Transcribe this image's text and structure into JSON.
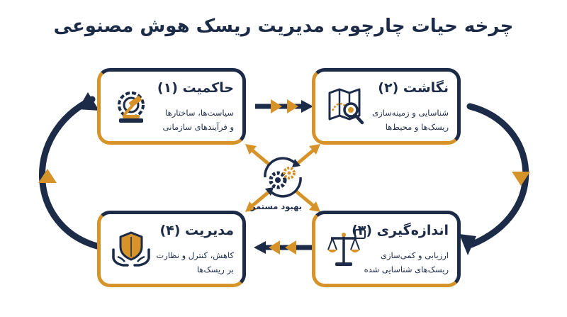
{
  "title": "چرخه حیات چارچوب مدیریت ریسک هوش مصنوعی",
  "cards": [
    {
      "title": "حاکمیت (۱)",
      "desc": [
        "سیاست‌ها، ساختارها",
        "و فرآیندهای سازمانی"
      ],
      "icon": "gear-gavel-icon"
    },
    {
      "title": "نگاشت (۲)",
      "desc": [
        "شناسایی و زمینه‌سازی",
        "ریسک‌ها و محیط‌ها"
      ],
      "icon": "map-magnifier-icon"
    },
    {
      "title": "اندازه‌گیری (۳)",
      "desc": [
        "ارزیابی و کمی‌سازی",
        "ریسک‌های شناسایی شده"
      ],
      "icon": "scale-icon"
    },
    {
      "title": "مدیریت (۴)",
      "desc": [
        "کاهش، کنترل و نظارت",
        "بر ریسک‌ها"
      ],
      "icon": "shield-hands-icon"
    }
  ],
  "center": {
    "label": "بهبود مستمر",
    "icon": "gears-cycle-icon"
  },
  "colors": {
    "navy": "#1c2b48",
    "gold": "#d6932a"
  }
}
